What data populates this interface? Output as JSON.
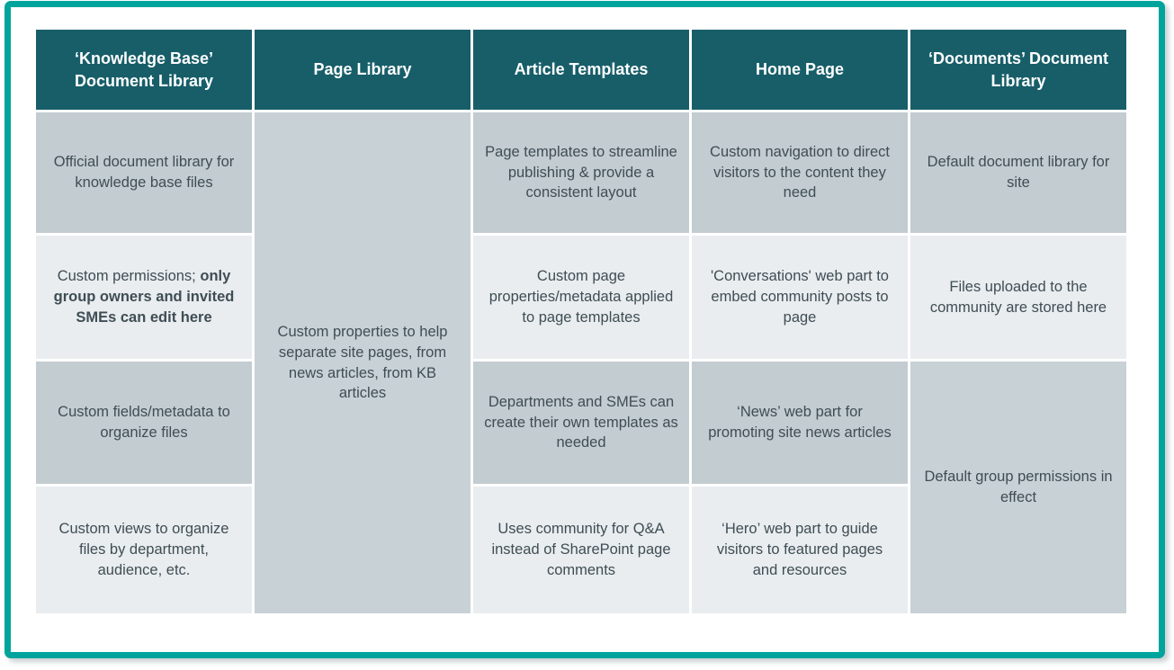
{
  "colors": {
    "accent_teal": "#00A49C",
    "header_teal": "#175E69",
    "cell_dark": "#C3CCD0",
    "cell_light": "#E9EDEF",
    "cell_merged": "#C8D1D5",
    "body_text": "#3F4D55"
  },
  "table": {
    "columns": [
      {
        "header": "‘Knowledge Base’ Document Library",
        "cells": {
          "row1": "Official document library for knowledge base files",
          "row2_normal": "Custom permissions; ",
          "row2_bold": "only group owners and invited SMEs can edit here",
          "row3": "Custom fields/metadata to organize files",
          "row4": "Custom views to organize files by department, audience, etc."
        }
      },
      {
        "header": "Page Library",
        "cells": {
          "merged_rows_1_4": "Custom properties to help separate site pages, from news articles, from KB articles"
        }
      },
      {
        "header": "Article Templates",
        "cells": {
          "row1": "Page templates to streamline publishing & provide a consistent layout",
          "row2": "Custom page properties/metadata applied to page templates",
          "row3": "Departments and SMEs can create their own templates as needed",
          "row4": "Uses community for Q&A instead of SharePoint page comments"
        }
      },
      {
        "header": "Home Page",
        "cells": {
          "row1": "Custom navigation to direct visitors to the content they need",
          "row2": "'Conversations' web part to embed community posts to page",
          "row3": "‘News’ web part for promoting site news articles",
          "row4": "‘Hero’ web part to guide visitors to featured pages and resources"
        }
      },
      {
        "header": "‘Documents’ Document Library",
        "cells": {
          "row1": "Default document library for site",
          "row2": "Files uploaded to the community are stored here",
          "merged_rows_3_4": "Default group permissions in effect"
        }
      }
    ]
  }
}
